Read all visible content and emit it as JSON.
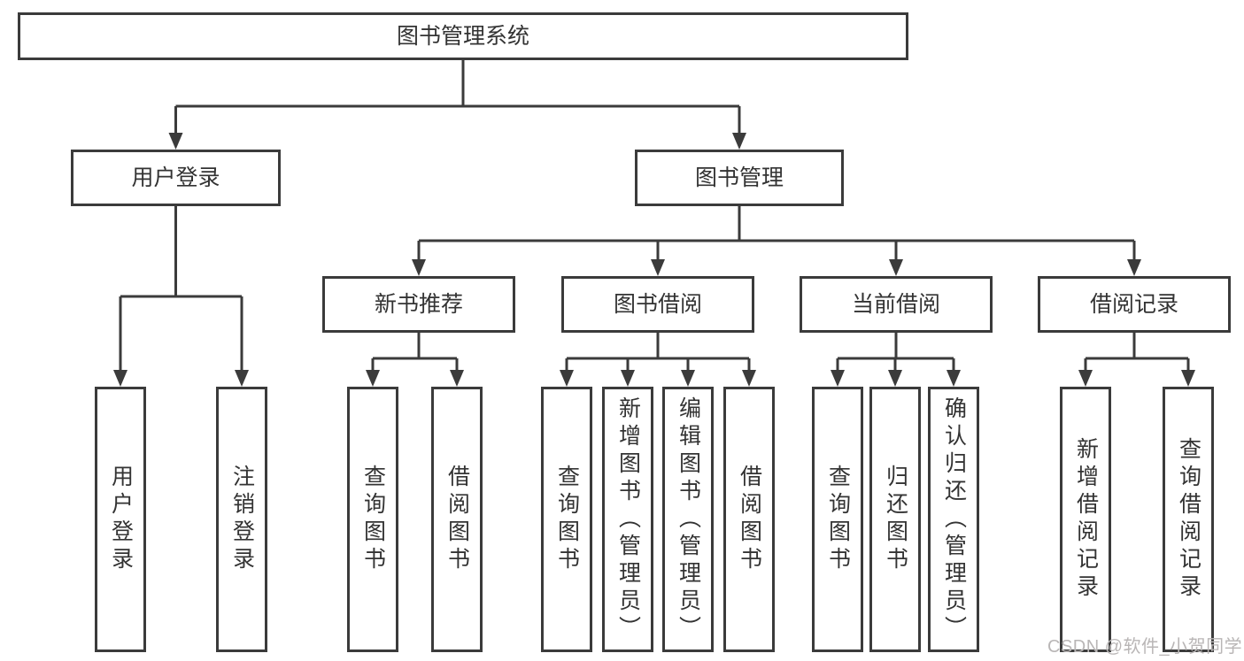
{
  "colors": {
    "line": "#3b3b3b",
    "text": "#333333",
    "wm": "#b9b6b6",
    "bg": "#ffffff"
  },
  "diagram": {
    "root": {
      "label": "图书管理系统"
    },
    "branches": [
      {
        "label": "用户登录",
        "children": [
          {
            "label": "用户登录"
          },
          {
            "label": "注销登录"
          }
        ]
      },
      {
        "label": "图书管理",
        "children": [
          {
            "label": "新书推荐",
            "children": [
              {
                "label": "查询图书"
              },
              {
                "label": "借阅图书"
              }
            ]
          },
          {
            "label": "图书借阅",
            "children": [
              {
                "label": "查询图书"
              },
              {
                "label": "新增图书（管理员）"
              },
              {
                "label": "编辑图书（管理员）"
              },
              {
                "label": "借阅图书"
              }
            ]
          },
          {
            "label": "当前借阅",
            "children": [
              {
                "label": "查询图书"
              },
              {
                "label": "归还图书"
              },
              {
                "label": "确认归还（管理员）"
              }
            ]
          },
          {
            "label": "借阅记录",
            "children": [
              {
                "label": "新增借阅记录"
              },
              {
                "label": "查询借阅记录"
              }
            ]
          }
        ]
      }
    ]
  },
  "watermark": {
    "text": "CSDN @软件_小贺同学"
  }
}
